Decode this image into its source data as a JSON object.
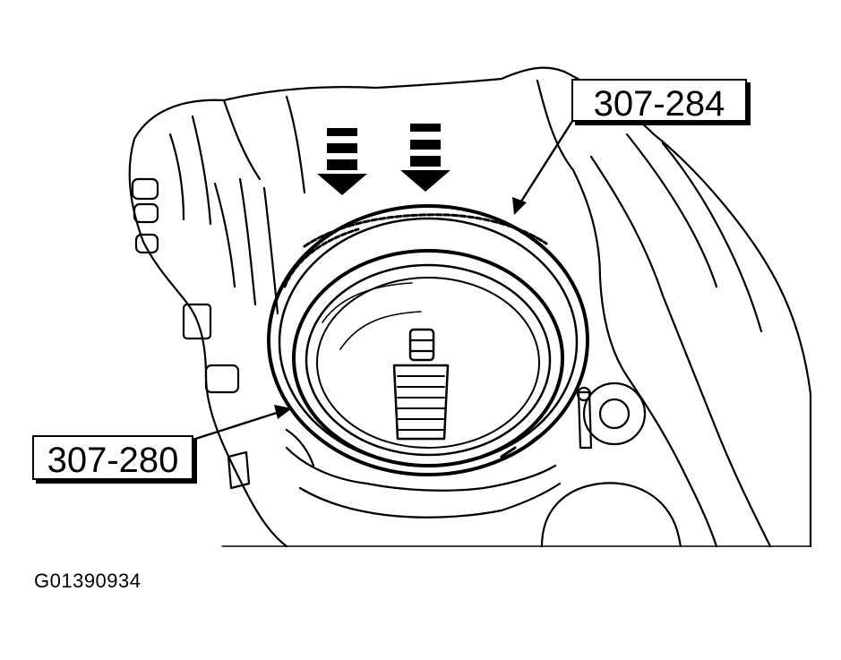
{
  "callouts": {
    "tool_upper": "307-284",
    "tool_lower": "307-280"
  },
  "figure_id": "G01390934",
  "colors": {
    "line": "#000000",
    "background": "#ffffff"
  },
  "icons": [
    "down-arrow-icon",
    "down-arrow-icon"
  ]
}
